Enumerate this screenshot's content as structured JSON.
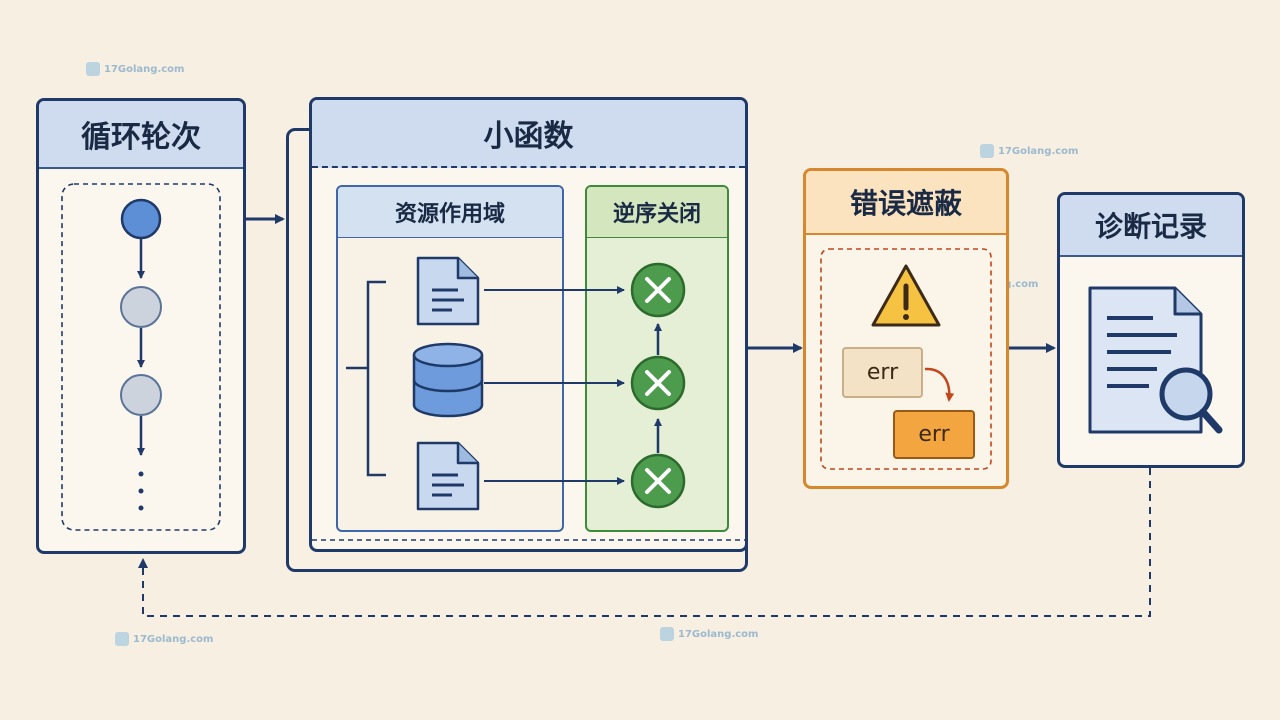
{
  "loop_panel": {
    "title": "循环轮次"
  },
  "func_panel": {
    "title": "小函数"
  },
  "resource_scope": {
    "title": "资源作用域"
  },
  "reverse_close": {
    "title": "逆序关闭"
  },
  "error_mask": {
    "title": "错误遮蔽",
    "err_a": "err",
    "err_b": "err"
  },
  "diag_panel": {
    "title": "诊断记录"
  },
  "watermark": {
    "text": "17Golang.com"
  },
  "colors": {
    "navy": "#1f3a68",
    "blue_fill": "#cfdcef",
    "green_fill": "#e3efd3",
    "green_border": "#3e8a3a",
    "orange_border": "#d7872e",
    "orange_fill": "#fbe3bf",
    "warning_yellow": "#f5c241"
  },
  "icons": [
    "file-icon",
    "database-icon",
    "close-x-icon",
    "warning-icon",
    "document-search-icon"
  ]
}
